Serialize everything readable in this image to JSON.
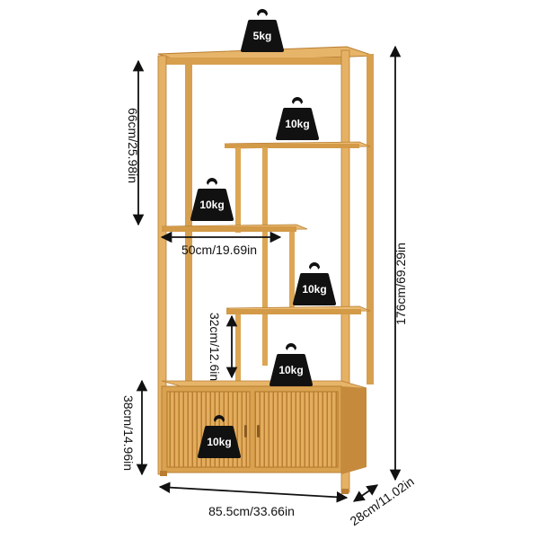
{
  "colors": {
    "bamboo_light": "#e9b970",
    "bamboo_mid": "#d79f4e",
    "bamboo_dark": "#b87d30",
    "dimension_line": "#111111",
    "weight_icon": "#111111",
    "weight_text": "#ffffff",
    "background": "#ffffff"
  },
  "weights": {
    "top": "5kg",
    "shelf_upper_right": "10kg",
    "shelf_mid_left": "10kg",
    "shelf_mid_right": "10kg",
    "shelf_lower": "10kg",
    "cabinet": "10kg"
  },
  "dimensions": {
    "upper_height": "66cm/25.98in",
    "shelf_width": "50cm/19.69in",
    "total_height": "176cm/69.29in",
    "shelf_gap": "32cm/12.6in",
    "cabinet_height": "38cm/14.96in",
    "total_width": "85.5cm/33.66in",
    "depth": "28cm/11.02in"
  },
  "icons": {
    "weight": "kettlebell-weight-icon",
    "arrow": "double-arrow-icon"
  }
}
